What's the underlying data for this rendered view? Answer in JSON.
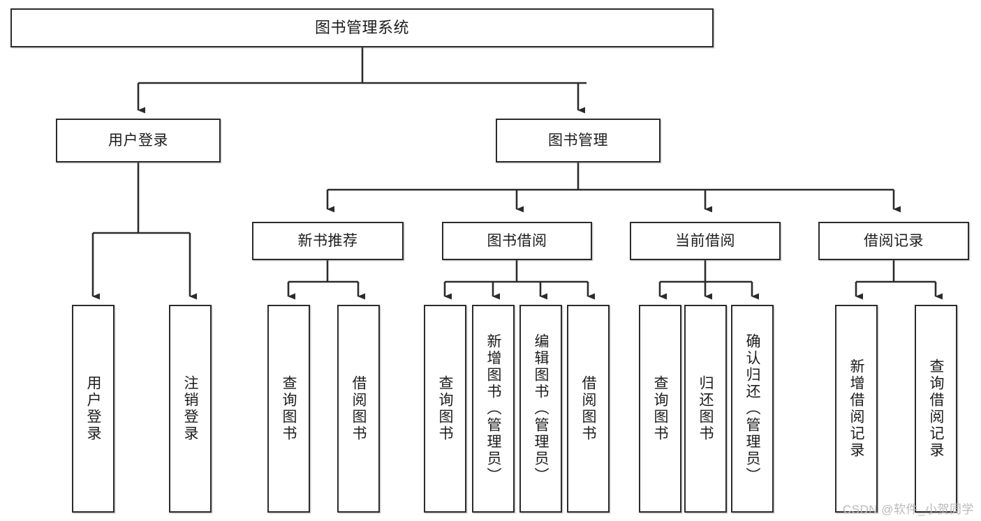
{
  "diagram": {
    "type": "tree-hierarchy-chart",
    "title": "图书管理系统",
    "watermark": "CSDN @软件_小贺同学",
    "colors": {
      "box_border": "#2b2b2b",
      "box_fill": "#ffffff",
      "connector": "#2b2b2b",
      "text": "#1c1c1c",
      "watermark": "#b9b9b9"
    },
    "nodes": {
      "root": {
        "label": "图书管理系统",
        "level": 0
      },
      "user_login": {
        "label": "用户登录",
        "level": 1
      },
      "book_manage": {
        "label": "图书管理",
        "level": 1
      },
      "new_book_rec": {
        "label": "新书推荐",
        "level": 2
      },
      "book_borrow": {
        "label": "图书借阅",
        "level": 2
      },
      "current_borrow": {
        "label": "当前借阅",
        "level": 2
      },
      "borrow_record": {
        "label": "借阅记录",
        "level": 2
      },
      "leaf_user_login": {
        "label": "用户登录",
        "level": 2
      },
      "leaf_logout": {
        "label": "注销登录",
        "level": 2
      },
      "leaf_rec_query": {
        "label": "查询图书",
        "level": 3
      },
      "leaf_rec_borrow": {
        "label": "借阅图书",
        "level": 3
      },
      "leaf_bb_query": {
        "label": "查询图书",
        "level": 3
      },
      "leaf_bb_add": {
        "label": "新增图书（管理员）",
        "level": 3
      },
      "leaf_bb_edit": {
        "label": "编辑图书（管理员）",
        "level": 3
      },
      "leaf_bb_borrow": {
        "label": "借阅图书",
        "level": 3
      },
      "leaf_cb_query": {
        "label": "查询图书",
        "level": 3
      },
      "leaf_cb_return": {
        "label": "归还图书",
        "level": 3
      },
      "leaf_cb_confirm": {
        "label": "确认归还（管理员）",
        "level": 3
      },
      "leaf_br_add": {
        "label": "新增借阅记录",
        "level": 3
      },
      "leaf_br_query": {
        "label": "查询借阅记录",
        "level": 3
      }
    },
    "edges": [
      {
        "from": "root",
        "to": "user_login"
      },
      {
        "from": "root",
        "to": "book_manage"
      },
      {
        "from": "user_login",
        "to": "leaf_user_login"
      },
      {
        "from": "user_login",
        "to": "leaf_logout"
      },
      {
        "from": "book_manage",
        "to": "new_book_rec"
      },
      {
        "from": "book_manage",
        "to": "book_borrow"
      },
      {
        "from": "book_manage",
        "to": "current_borrow"
      },
      {
        "from": "book_manage",
        "to": "borrow_record"
      },
      {
        "from": "new_book_rec",
        "to": "leaf_rec_query"
      },
      {
        "from": "new_book_rec",
        "to": "leaf_rec_borrow"
      },
      {
        "from": "book_borrow",
        "to": "leaf_bb_query"
      },
      {
        "from": "book_borrow",
        "to": "leaf_bb_add"
      },
      {
        "from": "book_borrow",
        "to": "leaf_bb_edit"
      },
      {
        "from": "book_borrow",
        "to": "leaf_bb_borrow"
      },
      {
        "from": "current_borrow",
        "to": "leaf_cb_query"
      },
      {
        "from": "current_borrow",
        "to": "leaf_cb_return"
      },
      {
        "from": "current_borrow",
        "to": "leaf_cb_confirm"
      },
      {
        "from": "borrow_record",
        "to": "leaf_br_add"
      },
      {
        "from": "borrow_record",
        "to": "leaf_br_query"
      }
    ]
  }
}
